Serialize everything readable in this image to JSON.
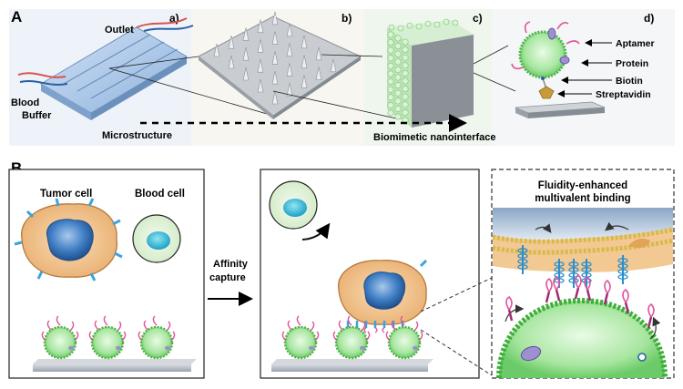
{
  "panel_a": {
    "letter": "A",
    "sub_a": "a)",
    "sub_b": "b)",
    "sub_c": "c)",
    "sub_d": "d)",
    "outlet": "Outlet",
    "blood": "Blood",
    "buffer": "Buffer",
    "microstructure": "Microstructure",
    "nanointerface": "Biomimetic nanointerface",
    "legend": {
      "aptamer": "Aptamer",
      "protein": "Protein",
      "biotin": "Biotin",
      "streptavidin": "Streptavidin"
    }
  },
  "panel_b": {
    "letter": "B",
    "tumor_cell": "Tumor cell",
    "blood_cell": "Blood cell",
    "affinity_line1": "Affinity",
    "affinity_line2": "capture",
    "inset_title_line1": "Fluidity-enhanced",
    "inset_title_line2": "multivalent binding"
  },
  "colors": {
    "vesicle_green": "#7cd67a",
    "tumor_orange": "#f0c38f",
    "nucleus_blue": "#2f6fb8",
    "aptamer_pink": "#e0559a",
    "receptor_blue": "#3aa3e0",
    "chip_blue": "#8fb8e6"
  }
}
